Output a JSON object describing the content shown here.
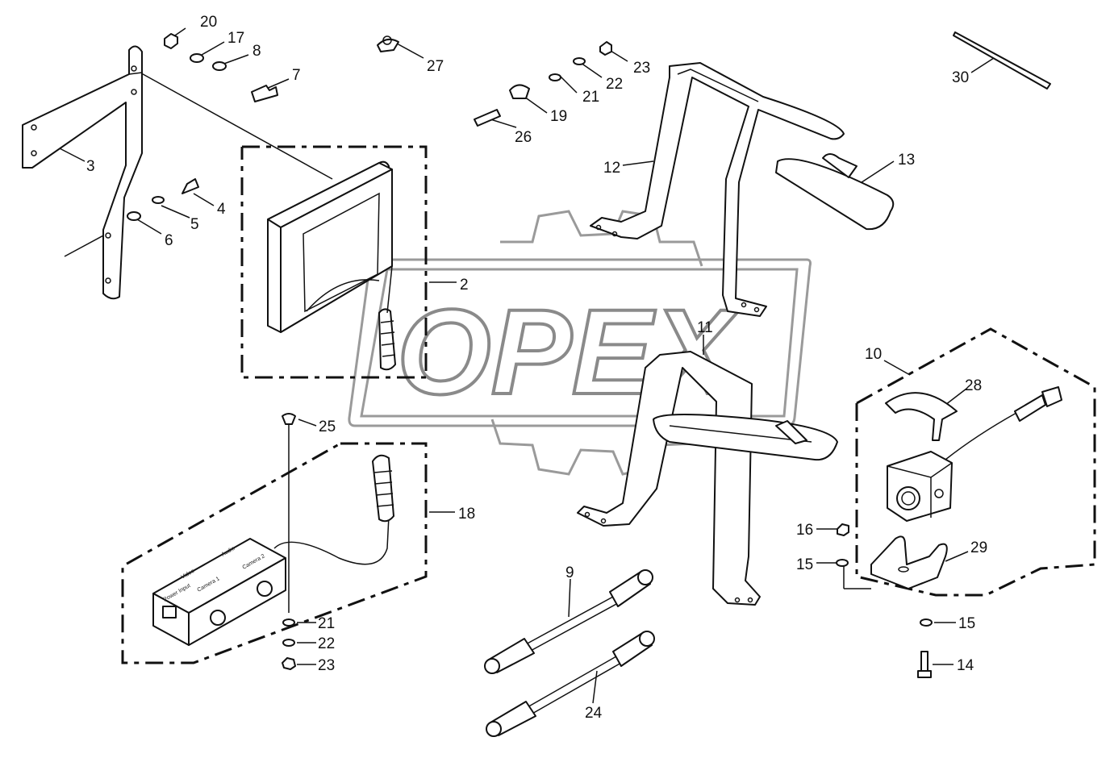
{
  "watermark": {
    "text": "OPEX"
  },
  "callouts": [
    {
      "id": "c20a",
      "text": "20"
    },
    {
      "id": "c17",
      "text": "17"
    },
    {
      "id": "c8",
      "text": "8"
    },
    {
      "id": "c7",
      "text": "7"
    },
    {
      "id": "c3",
      "text": "3"
    },
    {
      "id": "c4",
      "text": "4"
    },
    {
      "id": "c5",
      "text": "5"
    },
    {
      "id": "c6",
      "text": "6"
    },
    {
      "id": "c27",
      "text": "27"
    },
    {
      "id": "c23a",
      "text": "23"
    },
    {
      "id": "c22a",
      "text": "22"
    },
    {
      "id": "c21a",
      "text": "21"
    },
    {
      "id": "c19",
      "text": "19"
    },
    {
      "id": "c26",
      "text": "26"
    },
    {
      "id": "c30",
      "text": "30"
    },
    {
      "id": "c12",
      "text": "12"
    },
    {
      "id": "c13",
      "text": "13"
    },
    {
      "id": "c2",
      "text": "2"
    },
    {
      "id": "c11",
      "text": "11"
    },
    {
      "id": "c10",
      "text": "10"
    },
    {
      "id": "c28",
      "text": "28"
    },
    {
      "id": "c25",
      "text": "25"
    },
    {
      "id": "c18",
      "text": "18"
    },
    {
      "id": "c16",
      "text": "16"
    },
    {
      "id": "c15a",
      "text": "15"
    },
    {
      "id": "c29",
      "text": "29"
    },
    {
      "id": "c9",
      "text": "9"
    },
    {
      "id": "c21b",
      "text": "21"
    },
    {
      "id": "c22b",
      "text": "22"
    },
    {
      "id": "c23b",
      "text": "23"
    },
    {
      "id": "c15b",
      "text": "15"
    },
    {
      "id": "c14",
      "text": "14"
    },
    {
      "id": "c24",
      "text": "24"
    }
  ],
  "control_box": {
    "video": "Video",
    "audio": "Audio",
    "power_input": "Power Input",
    "camera1": "Camera 1",
    "camera2": "Camera 2"
  }
}
